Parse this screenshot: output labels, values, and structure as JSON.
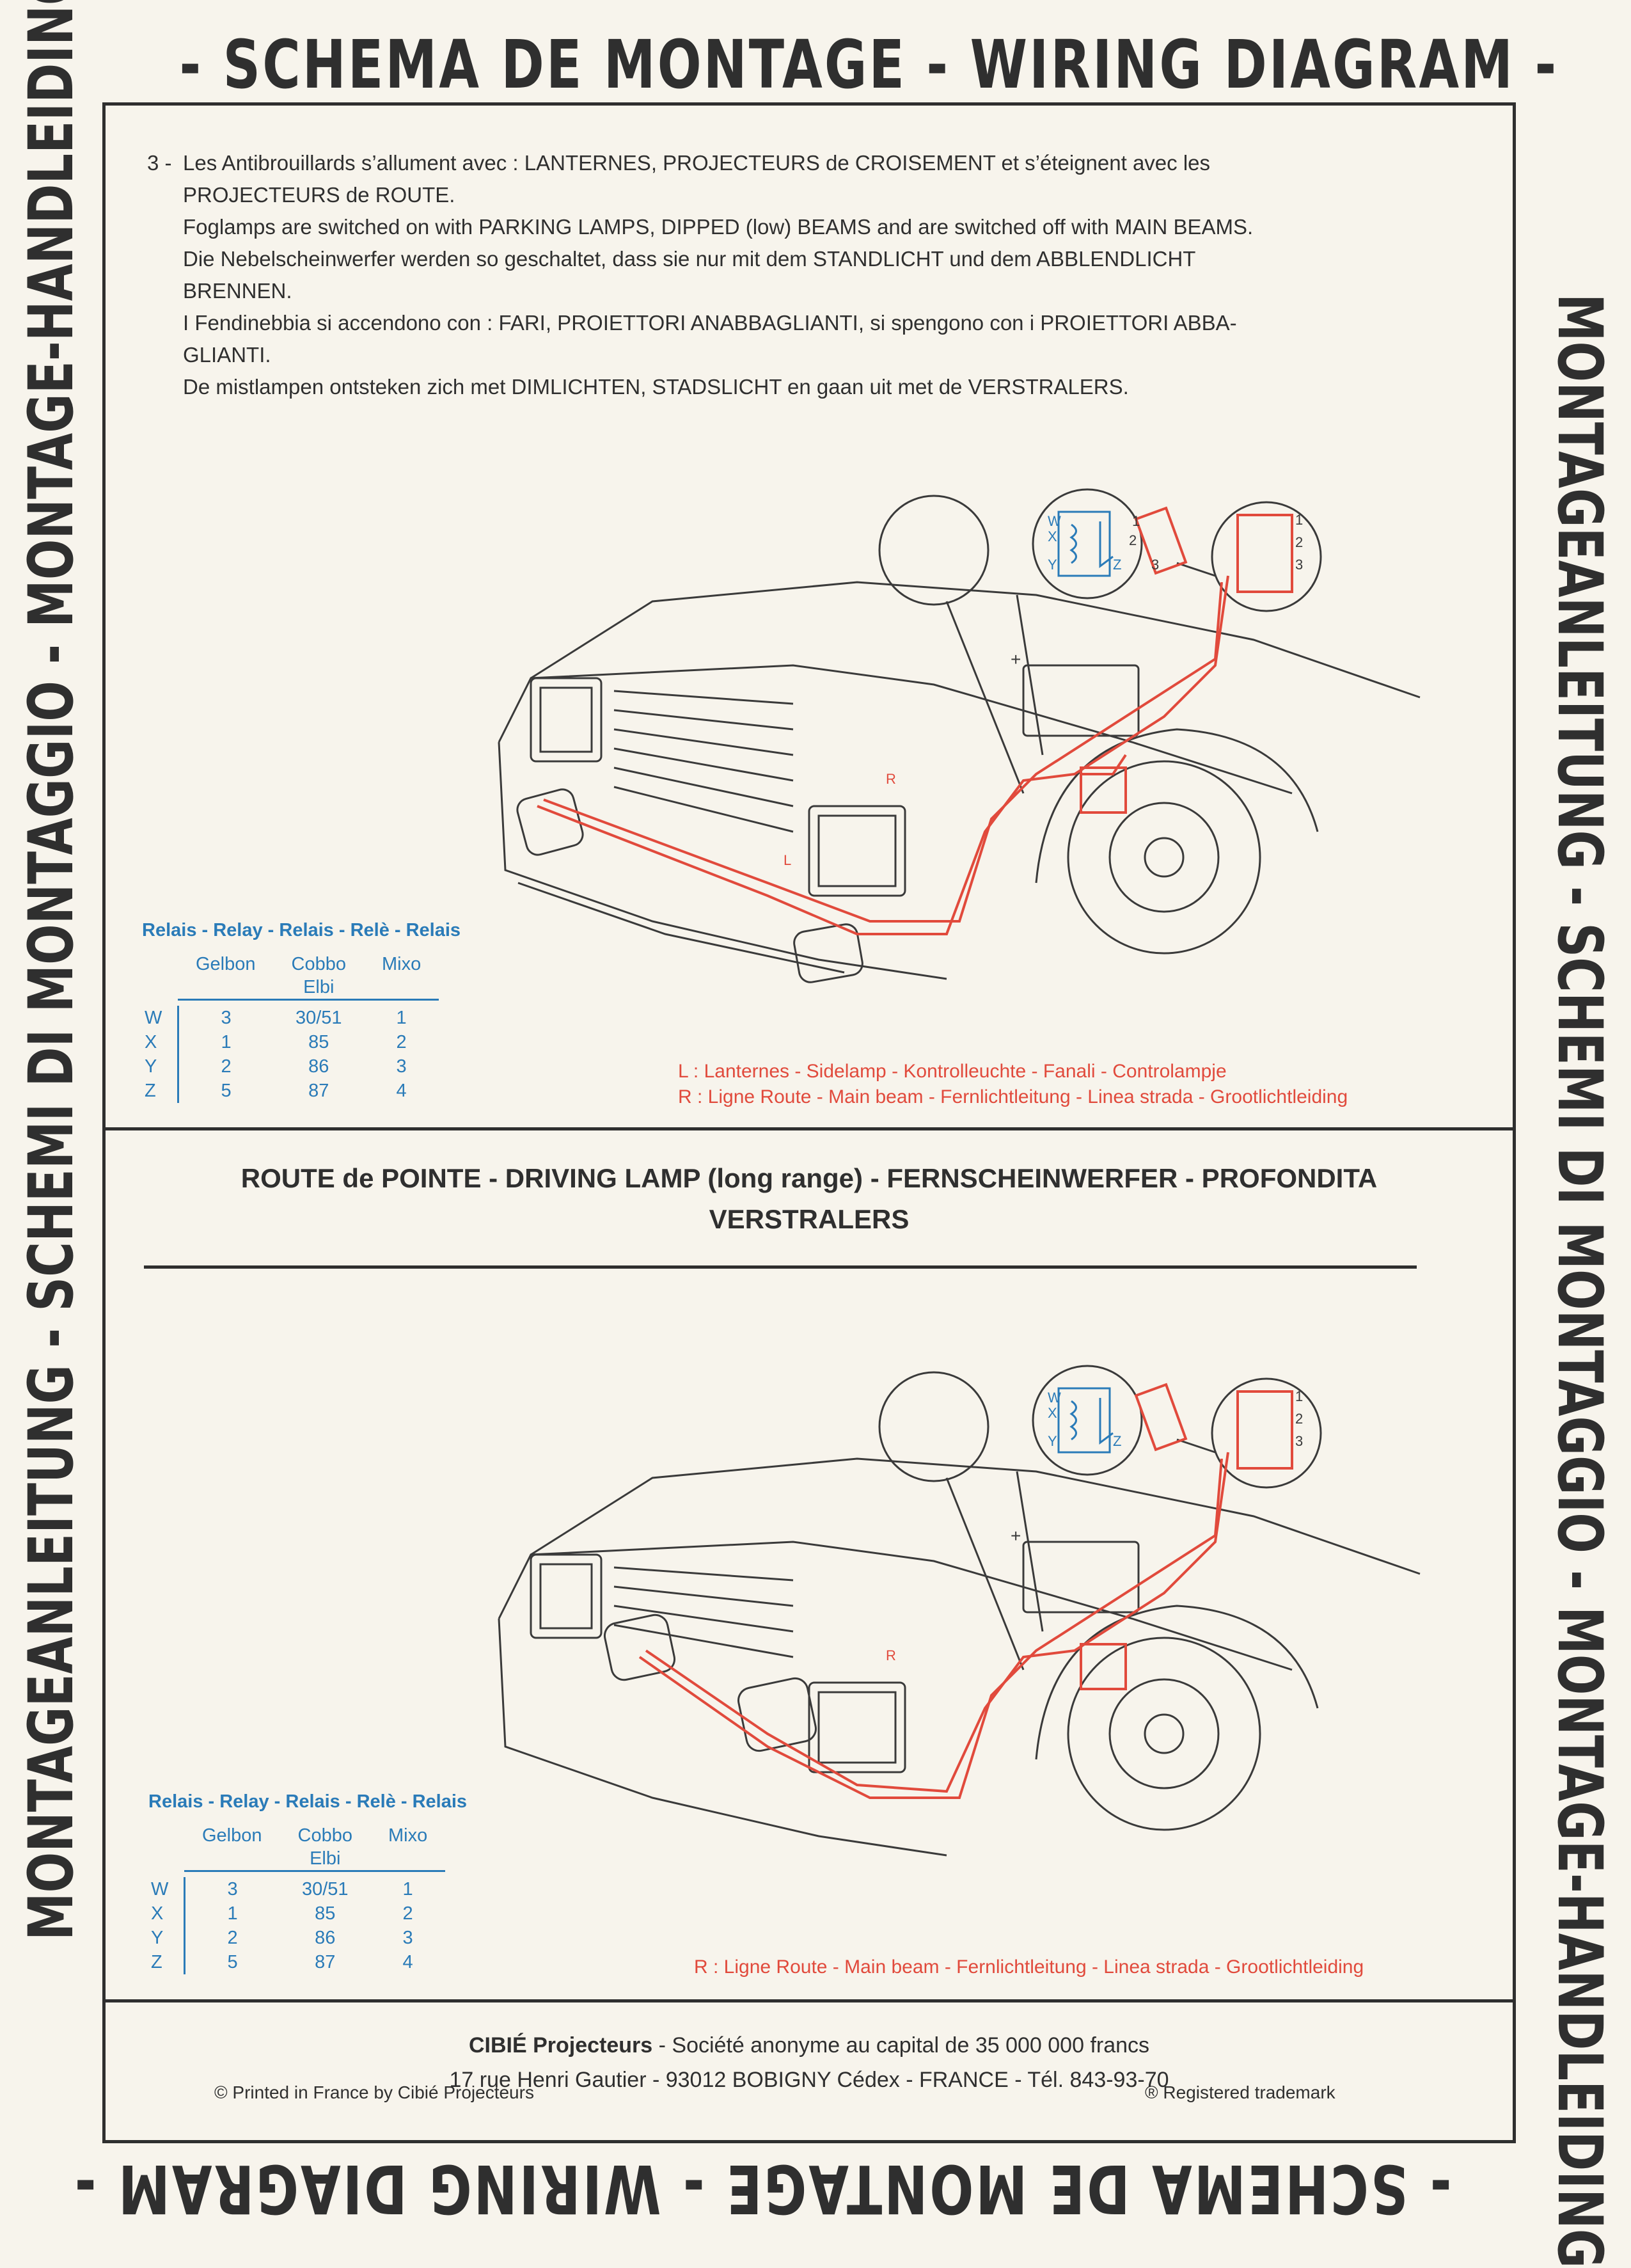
{
  "banners": {
    "top": "- SCHEMA DE MONTAGE - WIRING DIAGRAM -",
    "bottom": "- SCHEMA DE MONTAGE - WIRING DIAGRAM -",
    "left": "MONTAGEANLEITUNG - SCHEMI DI MONTAGGIO - MONTAGE-HANDLEIDING",
    "right": "MONTAGEANLEITUNG - SCHEMI DI MONTAGGIO - MONTAGE-HANDLEIDING"
  },
  "section1": {
    "number": "3 -",
    "lines": [
      "Les Antibrouillards s’allument avec : LANTERNES, PROJECTEURS de CROISEMENT et s’éteignent avec les",
      "PROJECTEURS de ROUTE.",
      "Foglamps are switched on with PARKING LAMPS, DIPPED (low) BEAMS and are switched off with MAIN BEAMS.",
      "Die Nebelscheinwerfer werden so geschaltet, dass sie nur mit dem STANDLICHT und dem ABBLENDLICHT",
      "BRENNEN.",
      "I Fendinebbia si accendono con : FARI, PROIETTORI ANABBAGLIANTI, si spengono con i PROIETTORI ABBA-",
      "GLIANTI.",
      "De mistlampen ontsteken zich met DIMLICHTEN, STADSLICHT en gaan uit met de VERSTRALERS."
    ],
    "relay": {
      "caption": "Relais - Relay - Relais - Relè - Relais",
      "headers": [
        "Gelbon",
        "Cobbo\nElbi",
        "Mixo"
      ],
      "rows": [
        {
          "label": "W",
          "values": [
            "3",
            "30/51",
            "1"
          ]
        },
        {
          "label": "X",
          "values": [
            "1",
            "85",
            "2"
          ]
        },
        {
          "label": "Y",
          "values": [
            "2",
            "86",
            "3"
          ]
        },
        {
          "label": "Z",
          "values": [
            "5",
            "87",
            "4"
          ]
        }
      ]
    },
    "legend": [
      "L : Lanternes - Sidelamp - Kontrolleuchte - Fanali - Controlampje",
      "R : Ligne Route - Main beam - Fernlichtleitung - Linea strada - Grootlichtleiding"
    ],
    "diagram_labels": {
      "relay_terminals": [
        "W",
        "X",
        "Y",
        "Z"
      ],
      "switch_terminals": [
        "1",
        "2",
        "3"
      ],
      "plus": "+",
      "wire_r": "R",
      "wire_l": "L"
    }
  },
  "section2": {
    "title": "ROUTE de POINTE - DRIVING LAMP (long range) - FERNSCHEINWERFER - PROFONDITA",
    "title2": "VERSTRALERS",
    "relay": {
      "caption": "Relais - Relay - Relais - Relè - Relais",
      "headers": [
        "Gelbon",
        "Cobbo\nElbi",
        "Mixo"
      ],
      "rows": [
        {
          "label": "W",
          "values": [
            "3",
            "30/51",
            "1"
          ]
        },
        {
          "label": "X",
          "values": [
            "1",
            "85",
            "2"
          ]
        },
        {
          "label": "Y",
          "values": [
            "2",
            "86",
            "3"
          ]
        },
        {
          "label": "Z",
          "values": [
            "5",
            "87",
            "4"
          ]
        }
      ]
    },
    "legend": [
      "R : Ligne Route - Main beam - Fernlichtleitung - Linea strada - Grootlichtleiding"
    ]
  },
  "footer": {
    "company": "CIBIÉ Projecteurs",
    "company_rest": " - Société anonyme au capital de 35 000 000 francs",
    "address": "17 rue Henri Gautier - 93012 BOBIGNY Cédex - FRANCE - Tél. 843-93-70",
    "printed": "© Printed in France by Cibié Projecteurs",
    "trademark": "® Registered trademark"
  },
  "colors": {
    "ink": "#2f2f2f",
    "blue": "#2a7bb8",
    "red": "#e14a3c",
    "paper": "#f7f4ec"
  }
}
